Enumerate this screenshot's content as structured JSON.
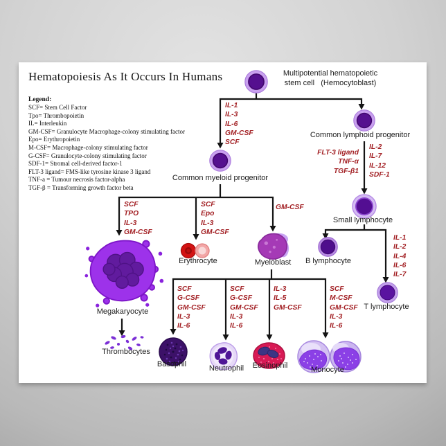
{
  "poster": {
    "title": "Hematopoiesis As It Occurs In Humans",
    "legend": {
      "heading": "Legend:",
      "entries": [
        "SCF= Stem Cell Factor",
        "Tpo= Thrombopoietin",
        "IL= Interleukin",
        "GM-CSF= Granulocyte Macrophage-colony stimulating factor",
        "Epo= Erythropoietin",
        "M-CSF= Macrophage-colony stimulating factor",
        "G-CSF= Granulocyte-colony stimulating factor",
        "SDF-1= Stromal cell-derived factor-1",
        "FLT-3 ligand= FMS-like tyrosine kinase 3 ligand",
        "TNF-a = Tumour necrosis factor-alpha",
        "TGF-β = Transforming growth factor beta"
      ]
    },
    "nodes": {
      "stem_cell": "Multipotential hematopoietic\nstem cell   (Hemocytoblast)",
      "lymphoid_progenitor": "Common lymphoid progenitor",
      "myeloid_progenitor": "Common myeloid progenitor",
      "small_lymphocyte": "Small lymphocyte",
      "b_lymphocyte": "B lymphocyte",
      "t_lymphocyte": "T lymphocyte",
      "megakaryocyte": "Megakaryocyte",
      "thrombocytes": "Thrombocytes",
      "erythrocyte": "Erythrocyte",
      "myeloblast": "Myeloblast",
      "basophil": "Basophil",
      "neutrophil": "Neutrophil",
      "eosinophil": "Eosinophil",
      "monocyte": "Monocyte"
    },
    "factors": {
      "stem_to_myeloid": [
        "IL-1",
        "IL-3",
        "IL-6",
        "GM-CSF",
        "SCF"
      ],
      "lymphoid_left": [
        "FLT-3 ligand",
        "TNF-α",
        "TGF-β1"
      ],
      "lymphoid_right": [
        "IL-2",
        "IL-7",
        "IL-12",
        "SDF-1"
      ],
      "to_t_lymphocyte": [
        "IL-1",
        "IL-2",
        "IL-4",
        "IL-6",
        "IL-7"
      ],
      "to_megakaryocyte": [
        "SCF",
        "TPO",
        "IL-3",
        "GM-CSF"
      ],
      "to_erythrocyte": [
        "SCF",
        "Epo",
        "IL-3",
        "GM-CSF"
      ],
      "to_myeloblast": [
        "GM-CSF"
      ],
      "to_basophil": [
        "SCF",
        "G-CSF",
        "GM-CSF",
        "IL-3",
        "IL-6"
      ],
      "to_neutrophil": [
        "SCF",
        "G-CSF",
        "GM-CSF",
        "IL-3",
        "IL-6"
      ],
      "to_eosinophil": [
        "IL-3",
        "IL-5",
        "GM-CSF"
      ],
      "to_monocyte": [
        "SCF",
        "M-CSF",
        "GM-CSF",
        "IL-3",
        "IL-6"
      ]
    },
    "colors": {
      "factor_text": "#a32125",
      "connector_line": "#141414",
      "progenitor_core": "#55108f",
      "progenitor_ring": "#c9a0ef",
      "megakaryocyte_body": "#9d32ea",
      "erythrocyte_red": "#d31313",
      "eosinophil_red": "#d81a55",
      "poster_background": "#ffffff"
    }
  }
}
